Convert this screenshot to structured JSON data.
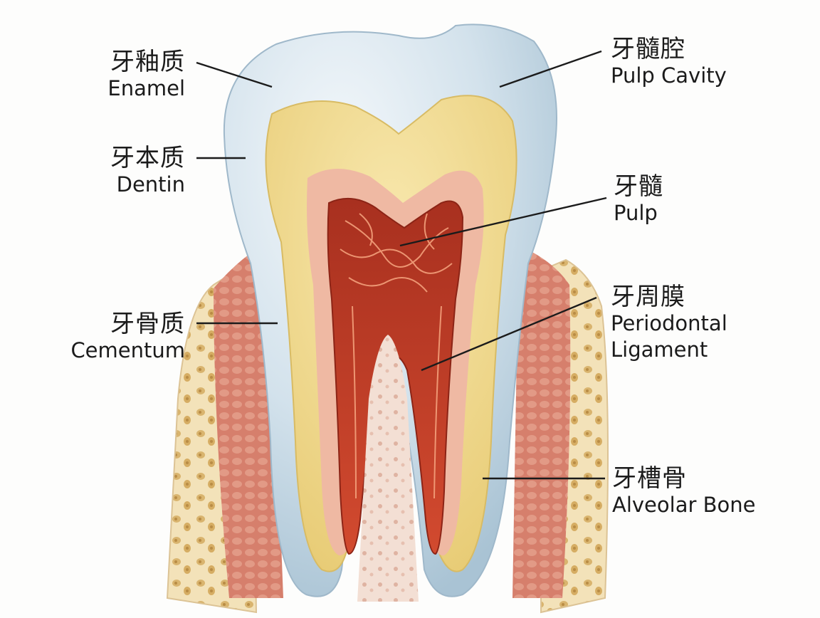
{
  "labels": {
    "enamel": {
      "zh": "牙釉质",
      "en": "Enamel"
    },
    "dentin": {
      "zh": "牙本质",
      "en": "Dentin"
    },
    "cementum": {
      "zh": "牙骨质",
      "en": "Cementum"
    },
    "pulp_cavity": {
      "zh": "牙髓腔",
      "en": "Pulp Cavity"
    },
    "pulp": {
      "zh": "牙髓",
      "en": "Pulp"
    },
    "periodontal_ligament": {
      "zh": "牙周膜",
      "en1": "Periodontal",
      "en2": "Ligament"
    },
    "alveolar_bone": {
      "zh": "牙槽骨",
      "en": "Alveolar Bone"
    }
  },
  "colors": {
    "enamel": "#c9dbe6",
    "dentin": "#f1db8e",
    "predentin": "#efb9a3",
    "pulp": "#c8442c",
    "gum": "#d97d6c",
    "bone": "#f3e3bf",
    "leader": "#1b1b1b"
  }
}
